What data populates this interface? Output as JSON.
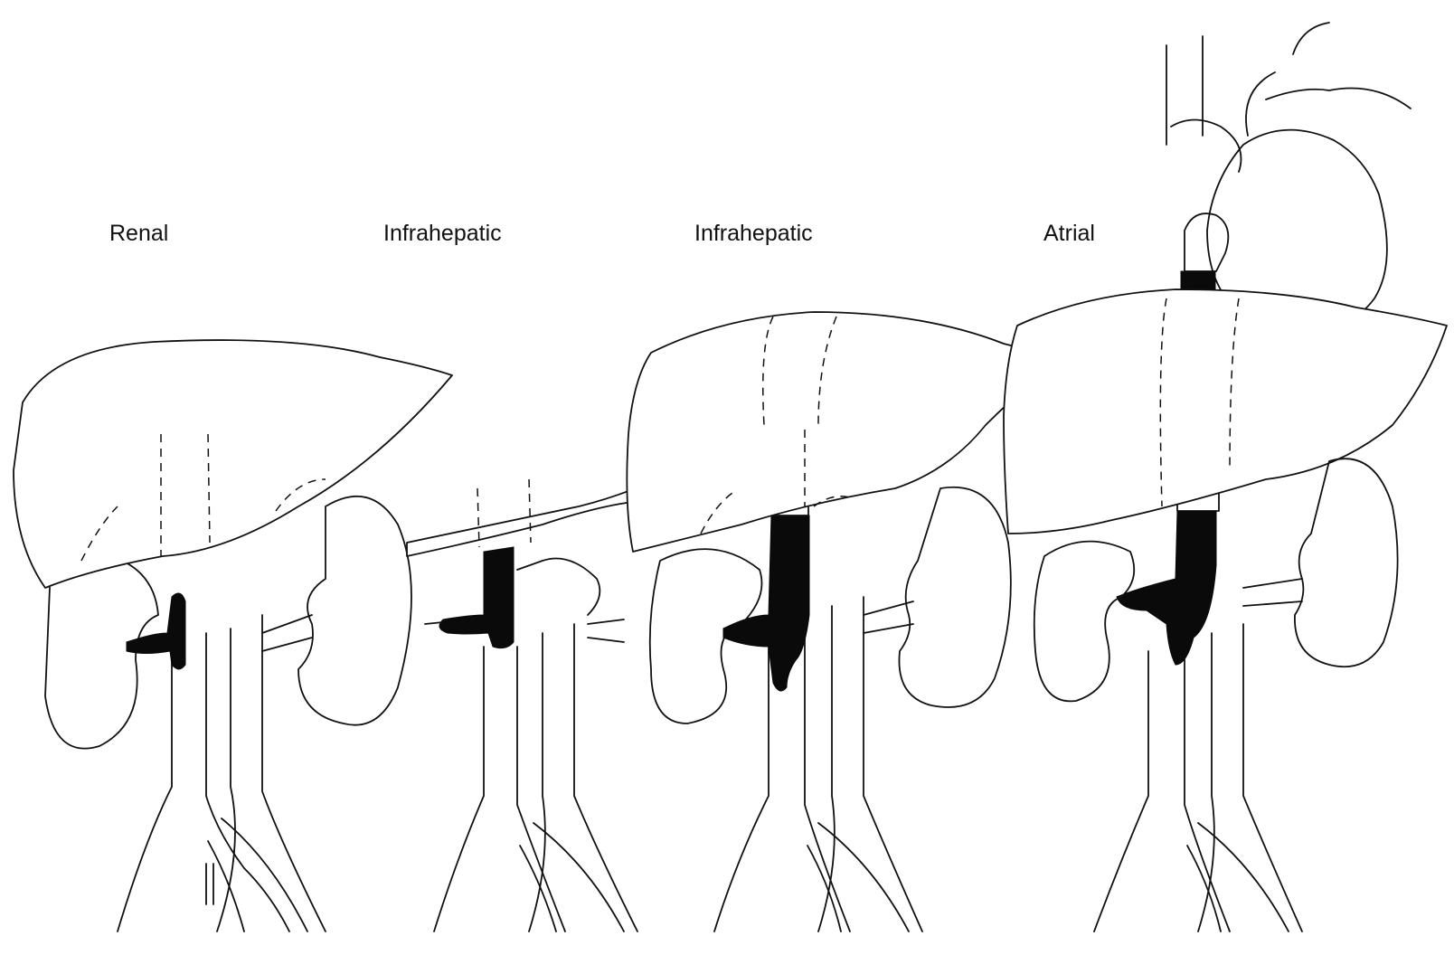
{
  "panels": [
    {
      "label": "Renal"
    },
    {
      "label": "Infrahepatic"
    },
    {
      "label": "Infrahepatic"
    },
    {
      "label": "Atrial"
    }
  ],
  "colors": {
    "line": "#111111",
    "thrombus": "#0a0a0a",
    "background": "#ffffff"
  }
}
